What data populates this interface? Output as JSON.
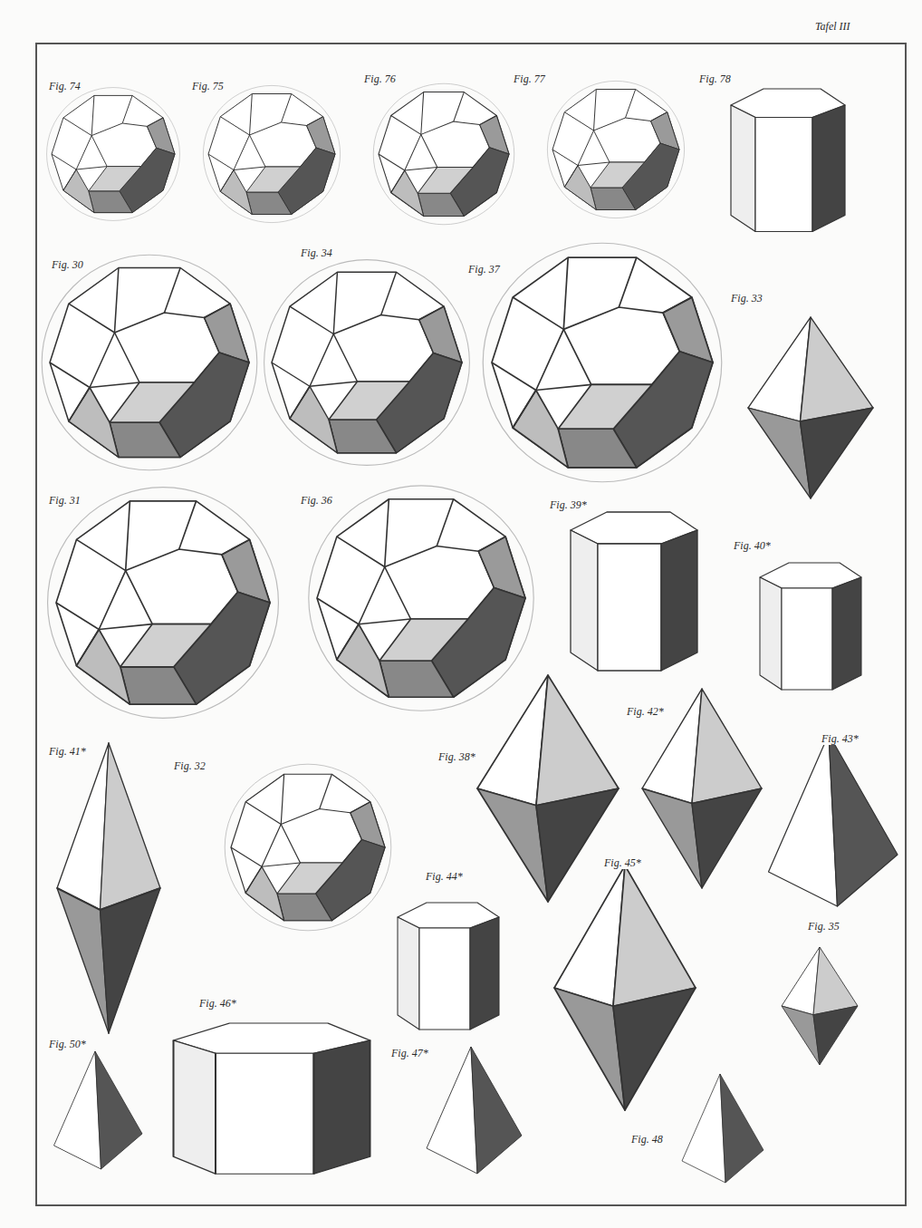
{
  "diagram": {
    "labels": [
      "Tafel III",
      "Fig. 74",
      "Fig. 75",
      "Fig. 76",
      "Fig. 77",
      "Fig. 78",
      "Fig. 30",
      "Fig. 34",
      "Fig. 37",
      "Fig. 33",
      "Fig. 31",
      "Fig. 36",
      "Fig. 39*",
      "Fig. 40*",
      "Fig. 41*",
      "Fig. 32",
      "Fig. 38*",
      "Fig. 42*",
      "Fig. 43*",
      "Fig. 44*",
      "Fig. 45*",
      "Fig. 35",
      "Fig. 50*",
      "Fig. 46*",
      "Fig. 47*",
      "Fig. 48"
    ]
  }
}
